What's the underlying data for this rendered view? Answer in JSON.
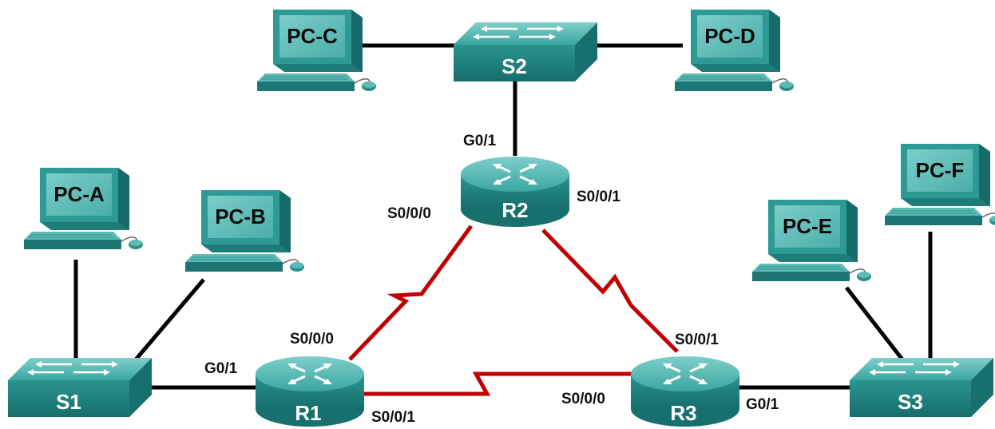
{
  "diagram": {
    "colors": {
      "device_teal": "#2e9a96",
      "device_teal_dark": "#156c6a",
      "device_teal_light": "#73c7c3",
      "screen": "#5fb9b4",
      "ethernet_link": "#000000",
      "serial_link": "#c00000"
    },
    "pcs": [
      {
        "id": "pc-c",
        "label": "PC-C"
      },
      {
        "id": "pc-d",
        "label": "PC-D"
      },
      {
        "id": "pc-a",
        "label": "PC-A"
      },
      {
        "id": "pc-b",
        "label": "PC-B"
      },
      {
        "id": "pc-e",
        "label": "PC-E"
      },
      {
        "id": "pc-f",
        "label": "PC-F"
      }
    ],
    "switches": [
      {
        "id": "s2",
        "label": "S2"
      },
      {
        "id": "s1",
        "label": "S1"
      },
      {
        "id": "s3",
        "label": "S3"
      }
    ],
    "routers": [
      {
        "id": "r2",
        "label": "R2"
      },
      {
        "id": "r1",
        "label": "R1"
      },
      {
        "id": "r3",
        "label": "R3"
      }
    ],
    "interfaces": {
      "r2_g01": "G0/1",
      "r2_s000": "S0/0/0",
      "r2_s001": "S0/0/1",
      "r1_s000": "S0/0/0",
      "r1_g01": "G0/1",
      "r1_s001": "S0/0/1",
      "r3_s001": "S0/0/1",
      "r3_s000": "S0/0/0",
      "r3_g01": "G0/1"
    },
    "links": [
      {
        "from": "PC-C",
        "to": "S2",
        "type": "ethernet"
      },
      {
        "from": "S2",
        "to": "PC-D",
        "type": "ethernet"
      },
      {
        "from": "S2",
        "to": "R2",
        "type": "ethernet"
      },
      {
        "from": "PC-A",
        "to": "S1",
        "type": "ethernet"
      },
      {
        "from": "PC-B",
        "to": "S1",
        "type": "ethernet"
      },
      {
        "from": "S1",
        "to": "R1",
        "type": "ethernet"
      },
      {
        "from": "R3",
        "to": "S3",
        "type": "ethernet"
      },
      {
        "from": "PC-E",
        "to": "S3",
        "type": "ethernet"
      },
      {
        "from": "PC-F",
        "to": "S3",
        "type": "ethernet"
      },
      {
        "from": "R1",
        "to": "R2",
        "type": "serial"
      },
      {
        "from": "R2",
        "to": "R3",
        "type": "serial"
      },
      {
        "from": "R1",
        "to": "R3",
        "type": "serial"
      }
    ],
    "icons": {
      "pc": "pc-icon",
      "switch": "switch-icon",
      "router": "router-icon"
    }
  }
}
